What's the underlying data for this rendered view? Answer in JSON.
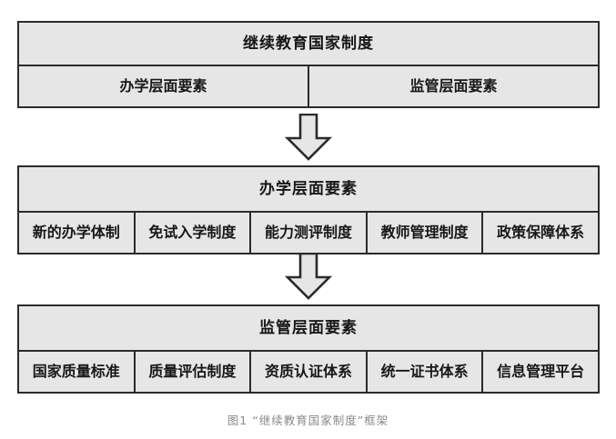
{
  "figure": {
    "caption": "图1 “继续教育国家制度”框架",
    "colors": {
      "box_fill": "#e6e6e6",
      "box_border": "#2b2b2b",
      "text": "#17171a",
      "caption_text": "#8a8a8a",
      "page_background": "#ffffff",
      "arrow_fill": "#e6e6e6",
      "arrow_stroke": "#2b2b2b"
    }
  },
  "blocks": [
    {
      "id": "national-system",
      "header": "继续教育国家制度",
      "cells": [
        "办学层面要素",
        "监管层面要素"
      ]
    },
    {
      "id": "school-running-level",
      "header": "办学层面要素",
      "cells": [
        "新的办学体制",
        "免试入学制度",
        "能力测评制度",
        "教师管理制度",
        "政策保障体系"
      ]
    },
    {
      "id": "supervision-level",
      "header": "监管层面要素",
      "cells": [
        "国家质量标准",
        "质量评估制度",
        "资质认证体系",
        "统一证书体系",
        "信息管理平台"
      ]
    }
  ],
  "arrows": [
    {
      "id": "arrow-top-to-mid",
      "icon": "down-block-arrow-icon"
    },
    {
      "id": "arrow-mid-to-bot",
      "icon": "down-block-arrow-icon"
    }
  ]
}
